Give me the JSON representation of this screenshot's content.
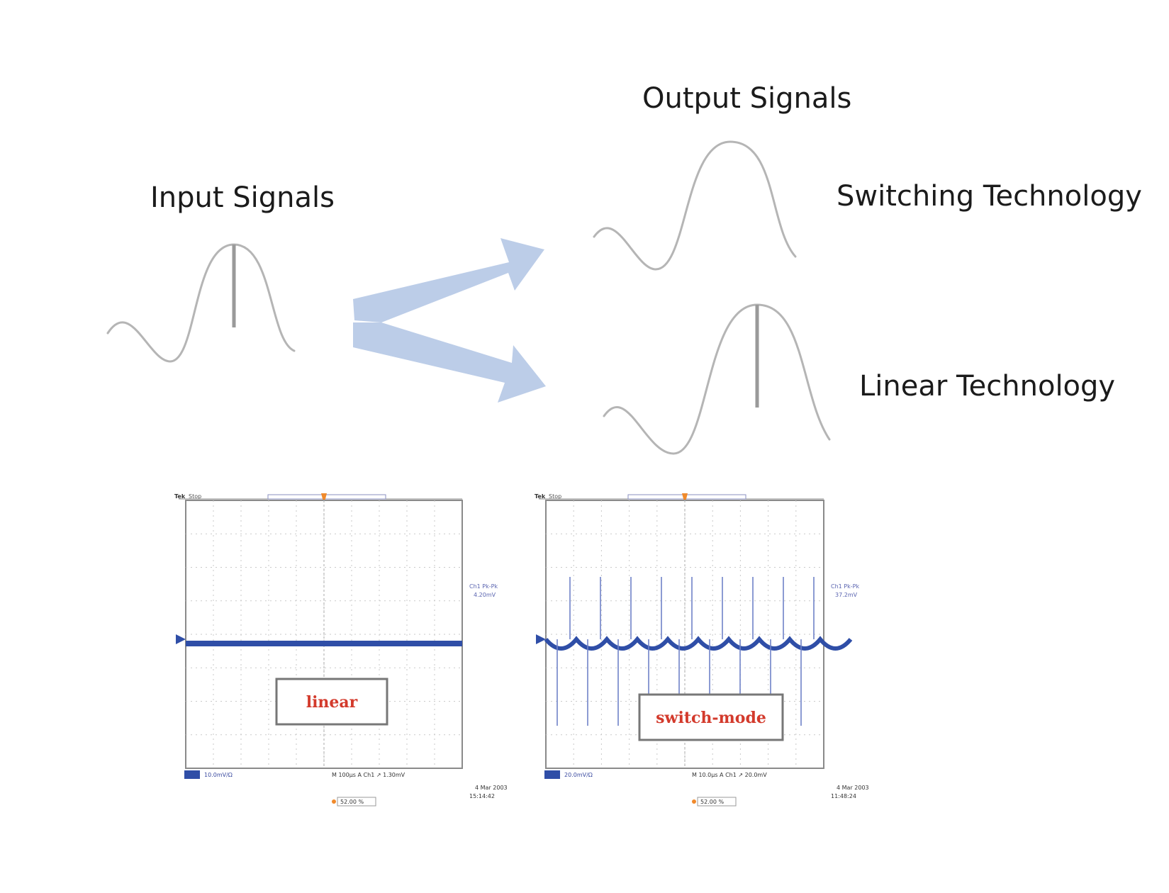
{
  "labels": {
    "input": "Input Signals",
    "output": "Output Signals",
    "switching": "Switching Technology",
    "linear": "Linear Technology"
  },
  "scopes": [
    {
      "tag": "linear",
      "header": "Stop",
      "status_right": "Ch1 Pk-Pk",
      "status_value": "4.20mV",
      "ch_scale": "10.0mV/Ω",
      "timebase": "M 100µs  A  Ch1  ↗ 1.30mV",
      "trigger": "52.00 %",
      "date": "4 Mar 2003",
      "time": "15:14:42"
    },
    {
      "tag": "switch-mode",
      "header": "Stop",
      "status_right": "Ch1 Pk-Pk",
      "status_value": "37.2mV",
      "ch_scale": "20.0mV/Ω",
      "timebase": "M 10.0µs  A  Ch1  ↗ 20.0mV",
      "trigger": "52.00 %",
      "date": "4 Mar 2003",
      "time": "11:48:24"
    }
  ],
  "colors": {
    "arrow": "#bccde8",
    "trace": "#2f4ea7",
    "trigger": "#f08a2c",
    "tag": "#d33a2c",
    "wave": "#b5b5b5"
  }
}
